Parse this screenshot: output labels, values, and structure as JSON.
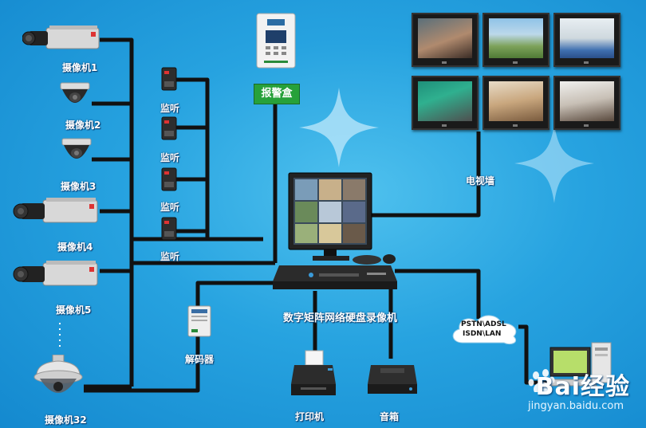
{
  "cameras": [
    {
      "label": "摄像机1",
      "icon": "box-camera-icon"
    },
    {
      "label": "摄像机2",
      "icon": "dome-camera-icon"
    },
    {
      "label": "摄像机3",
      "icon": "dome-camera-icon"
    },
    {
      "label": "摄像机4",
      "icon": "box-camera-icon"
    },
    {
      "label": "摄像机5",
      "icon": "box-camera-icon"
    },
    {
      "label": "摄像机32",
      "icon": "speed-dome-camera-icon"
    }
  ],
  "monitors": [
    {
      "label": "监听"
    },
    {
      "label": "监听"
    },
    {
      "label": "监听"
    },
    {
      "label": "监听"
    }
  ],
  "alarm_box": {
    "label": "报警盒"
  },
  "tv_wall": {
    "label": "电视墙"
  },
  "dvr": {
    "label": "数字矩阵网络硬盘录像机"
  },
  "decoder": {
    "label": "解码器"
  },
  "printer": {
    "label": "打印机"
  },
  "speaker": {
    "label": "音箱"
  },
  "network_cloud": {
    "line1": "PSTN\\ADSL",
    "line2": "ISDN\\LAN"
  },
  "watermark": {
    "brand": "Bai经验",
    "url": "jingyan.baidu.com"
  },
  "colors": {
    "background": "#27a3e0",
    "wire": "#111111",
    "alarm_label_bg": "#27a13a",
    "label_text": "#ffffff"
  }
}
